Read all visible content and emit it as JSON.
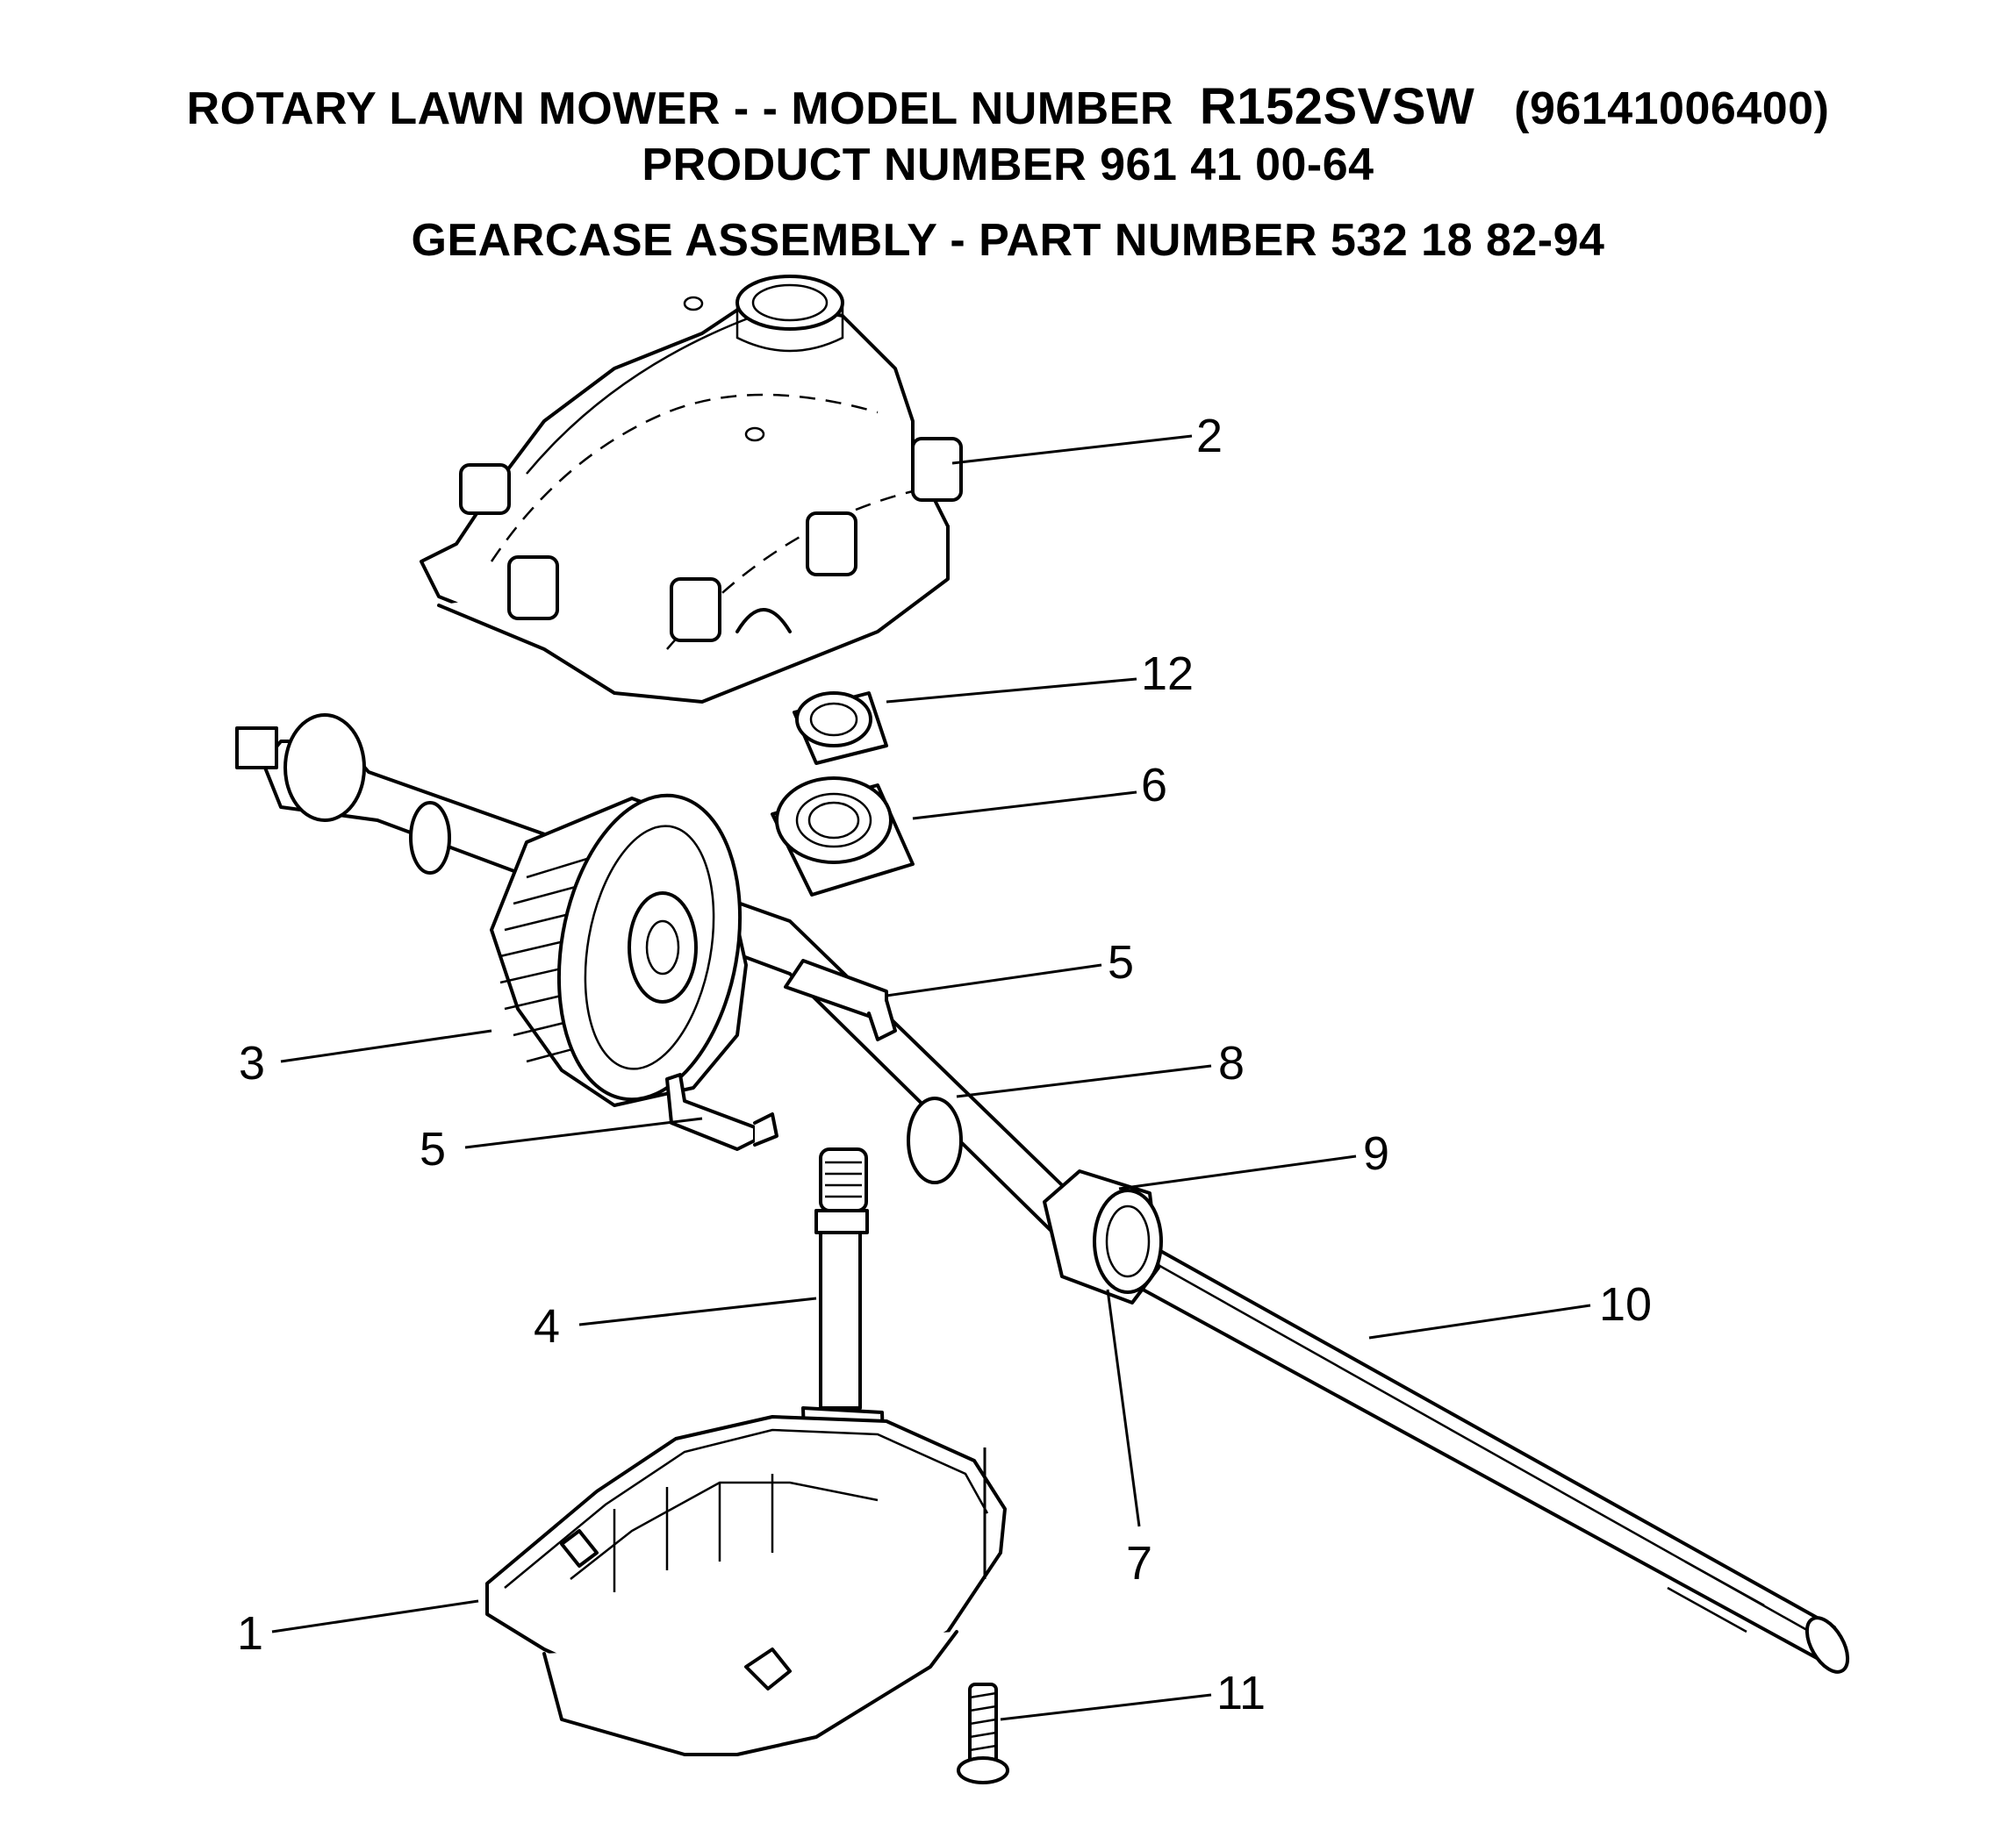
{
  "header": {
    "line1_prefix": "ROTARY LAWN MOWER - - MODEL NUMBER",
    "line1_model": "R152SVSW",
    "line1_suffix": "(96141006400)",
    "line2": "PRODUCT NUMBER 961 41 00-64",
    "line3": "GEARCASE ASSEMBLY - PART NUMBER 532 18 82-94"
  },
  "callouts": {
    "c1": "1",
    "c2": "2",
    "c3": "3",
    "c4": "4",
    "c5a": "5",
    "c5b": "5",
    "c6": "6",
    "c7": "7",
    "c8": "8",
    "c9": "9",
    "c10": "10",
    "c11": "11",
    "c12": "12"
  }
}
